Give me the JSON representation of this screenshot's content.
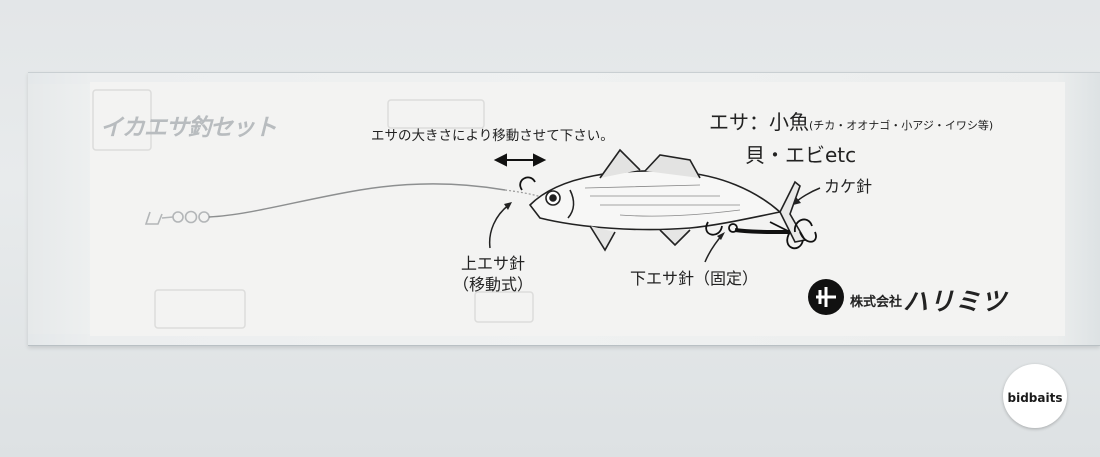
{
  "package": {
    "title": "イカエサ釣セット",
    "instruction": "エサの大きさにより移動させて下さい。",
    "bait_line1_main": "エサ：小魚",
    "bait_line1_detail": "(チカ・オオナゴ・小アジ・イワシ等)",
    "bait_line2": "貝・エビetc",
    "label_kake": "カケ針",
    "label_upper_hook_line1": "上エサ針",
    "label_upper_hook_line2": "（移動式）",
    "label_lower_hook": "下エサ針（固定）",
    "maker_prefix": "株式会社",
    "maker_name": "ハリミツ"
  },
  "watermark": {
    "text": "bidbaits",
    "accent": "#3aa335"
  }
}
